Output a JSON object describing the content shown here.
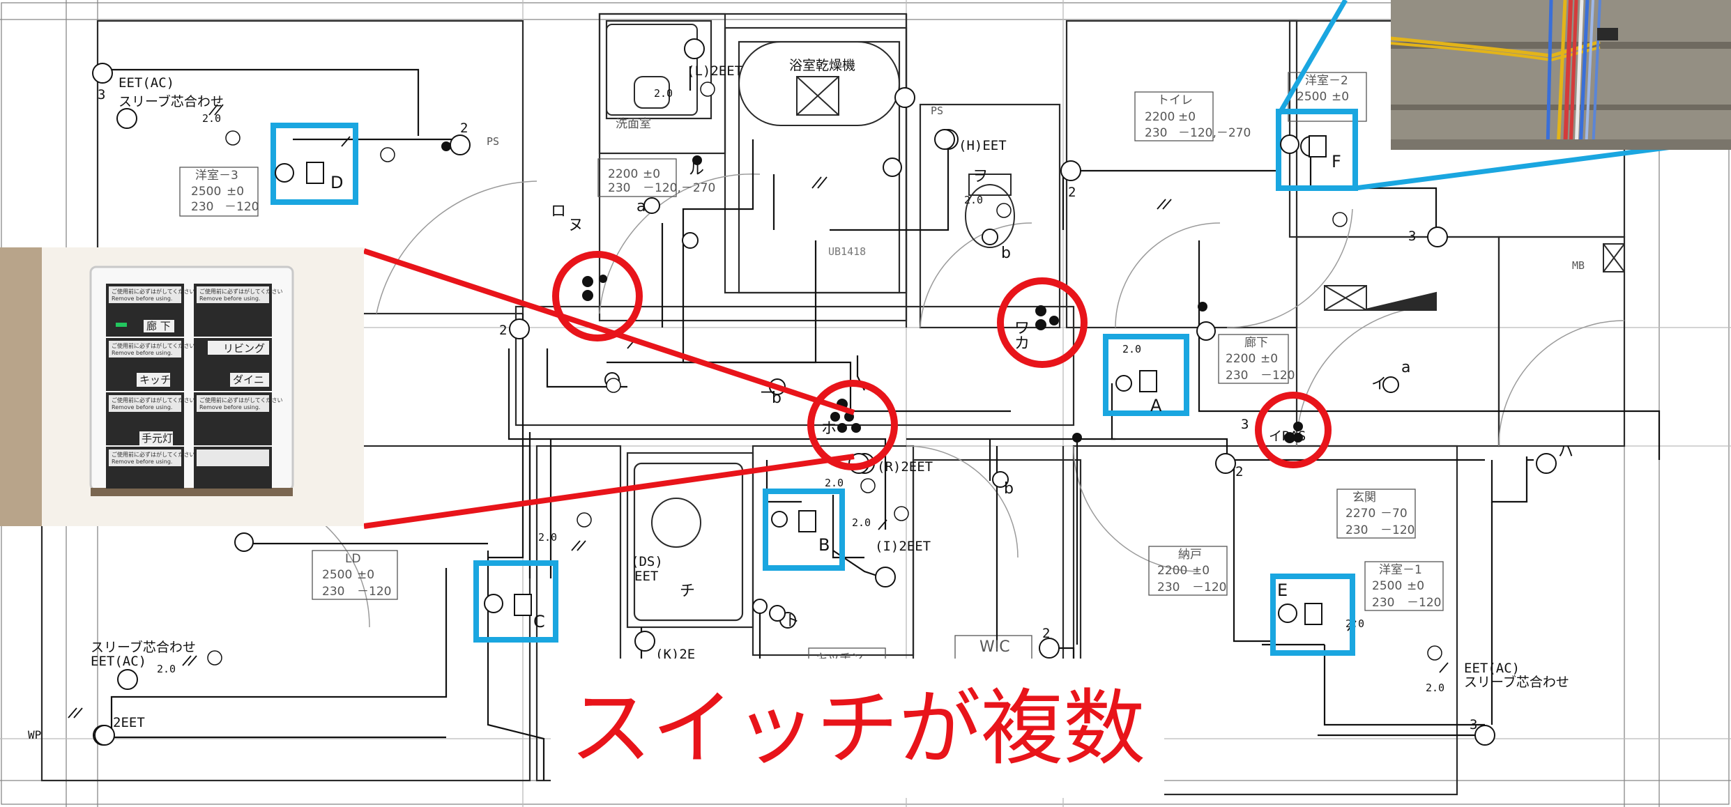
{
  "headline": "スイッチが複数",
  "colors": {
    "wall": "#2a2a2a",
    "guide": "#9a9a9a",
    "outlet_box": "#1aa6e0",
    "highlight": "#e8141a",
    "panel": "#f3f3f3"
  },
  "rooms": [
    {
      "name": "洋室－3",
      "ch": "2500",
      "fl": "±0",
      "t": "230",
      "fl2": "－120"
    },
    {
      "name": "洗面室",
      "ch": "2200",
      "fl": "±0",
      "t": "230",
      "fl2": "－120,－270"
    },
    {
      "name": "トイレ",
      "ch": "2200",
      "fl": "±0",
      "t": "230",
      "fl2": "－120,－270"
    },
    {
      "name": "洋室－2",
      "ch": "2500",
      "fl": "±0",
      "t": "",
      "fl2": ""
    },
    {
      "name": "廊下",
      "ch": "2200",
      "fl": "±0",
      "t": "230",
      "fl2": "－120"
    },
    {
      "name": "玄関",
      "ch": "2270",
      "fl": "－70",
      "t": "230",
      "fl2": "－120"
    },
    {
      "name": "洋室－1",
      "ch": "2500",
      "fl": "±0",
      "t": "230",
      "fl2": "－120"
    },
    {
      "name": "納戸",
      "ch": "2200",
      "fl": "±0",
      "t": "230",
      "fl2": "－120"
    },
    {
      "name": "LD",
      "ch": "2500",
      "fl": "±0",
      "t": "230",
      "fl2": "－120"
    },
    {
      "name": "WIC",
      "ch": "",
      "fl": "",
      "t": "",
      "fl2": ""
    },
    {
      "name": "キッチン",
      "ch": "",
      "fl": "",
      "t": "",
      "fl2": ""
    }
  ],
  "fixtures": {
    "bath_dryer": "浴室乾燥機",
    "ub": "UB1418",
    "ps": "PS",
    "mb": "MB",
    "wp": "WP"
  },
  "outlet_labels": [
    "D",
    "F",
    "A",
    "B",
    "C",
    "E"
  ],
  "annotations": {
    "eet_ac_top": "EET(AC)",
    "sleeve_top": "スリーブ芯合わせ",
    "eet_ac_bottom": "EET(AC)",
    "sleeve_bottom": "スリーブ芯合わせ",
    "eet_ac_right": "EET(AC)",
    "sleeve_right": "スリーブ芯合わせ",
    "l2eet": "(L)2EET",
    "h_eet": "(H)EET",
    "r2eet": "(R)2EET",
    "i2eet": "(I)2EET",
    "ds_eet": "(DS)",
    "eet": "EET",
    "k2e": "(K)2E",
    "two_eet": "2EET",
    "ras": "イRAS",
    "val_20": "2.0",
    "num_2": "2",
    "num_3": "3"
  },
  "switch_labels": [
    "ロ",
    "ヌ",
    "ル",
    "ワ",
    "カ",
    "ヲ",
    "ホ",
    "ト",
    "ニ",
    "チ",
    "ハ",
    "イ"
  ],
  "panel_labels": {
    "caution_jp": "ご使用前に必ずはがしてください",
    "caution_en": "Remove before using.",
    "s1": "廊 下",
    "s2": "リビング",
    "s3": "キッチ",
    "s4": "ダイニ",
    "s5": "手元灯"
  }
}
